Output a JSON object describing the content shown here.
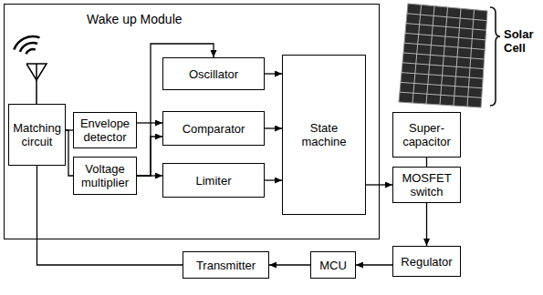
{
  "diagram": {
    "nodes": [
      {
        "text": [
          "Wake up Module"
        ]
      },
      {
        "text": [
          "Matching circuit"
        ],
        "in": 0
      },
      {
        "text": [
          "Envelope detector"
        ],
        "in": 0
      },
      {
        "text": [
          "Voltage multiplier"
        ],
        "in": 0
      },
      {
        "text": [
          "Oscillator"
        ],
        "in": 0
      },
      {
        "text": [
          "Comparator"
        ],
        "in": 0
      },
      {
        "text": [
          "Limiter"
        ],
        "in": 0
      },
      {
        "text": [
          "State machine"
        ],
        "in": 0
      },
      {
        "text": [
          "Super- capacitor"
        ]
      },
      {
        "text": [
          "MOSFET switch"
        ]
      },
      {
        "text": [
          "Regulator"
        ]
      },
      {
        "text": [
          "MCU"
        ]
      },
      {
        "text": [
          "Transmitter"
        ]
      }
    ],
    "edges": [
      {
        "from": 1,
        "to": 2,
        "arrow": "none"
      },
      {
        "from": 1,
        "to": 3,
        "arrow": "none"
      },
      {
        "from": 2,
        "to": 5,
        "arrow": "to"
      },
      {
        "from": 3,
        "to": 5,
        "arrow": "to"
      },
      {
        "from": 3,
        "to": 6,
        "arrow": "to"
      },
      {
        "from": 3,
        "to": 4,
        "arrow": "to"
      },
      {
        "from": 4,
        "to": 7,
        "arrow": "to"
      },
      {
        "from": 5,
        "to": 7,
        "arrow": "to"
      },
      {
        "from": 6,
        "to": 7,
        "arrow": "to"
      },
      {
        "from": 7,
        "to": 9,
        "arrow": "to"
      },
      {
        "from": 8,
        "to": 9,
        "arrow": "none"
      },
      {
        "from": 9,
        "to": 10,
        "arrow": "to"
      },
      {
        "from": 10,
        "to": 11,
        "arrow": "to"
      },
      {
        "from": 11,
        "to": 12,
        "arrow": "to"
      },
      {
        "from": 12,
        "to": 1,
        "arrow": "none"
      }
    ],
    "labels": [
      "Solar Cell"
    ]
  }
}
